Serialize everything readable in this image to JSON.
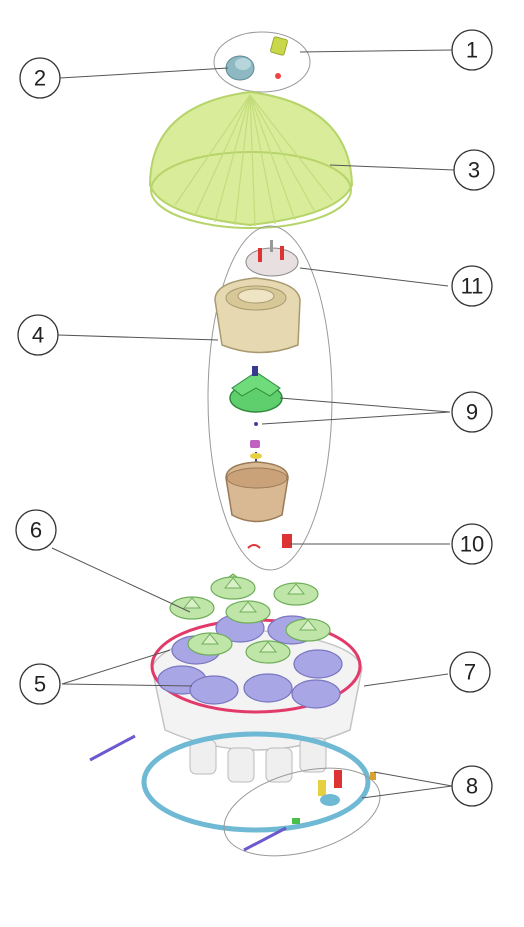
{
  "callouts": {
    "c1": "1",
    "c2": "2",
    "c3": "3",
    "c4": "4",
    "c5": "5",
    "c6": "6",
    "c7": "7",
    "c8": "8",
    "c9": "9",
    "c10": "10",
    "c11": "11"
  },
  "colors": {
    "dome": "#d9ec9a",
    "dome_edge": "#b6d46a",
    "outline": "#444444",
    "leader": "#555555",
    "beige_part": "#e6d8b0",
    "tan_part": "#d9b894",
    "green_part": "#5fcf6e",
    "lid_green": "#bfe6a8",
    "purple_part": "#a9a6e6",
    "red_ring": "#e23a6a",
    "blue_ring": "#6fb9d4",
    "white_base": "#f3f3f3"
  }
}
